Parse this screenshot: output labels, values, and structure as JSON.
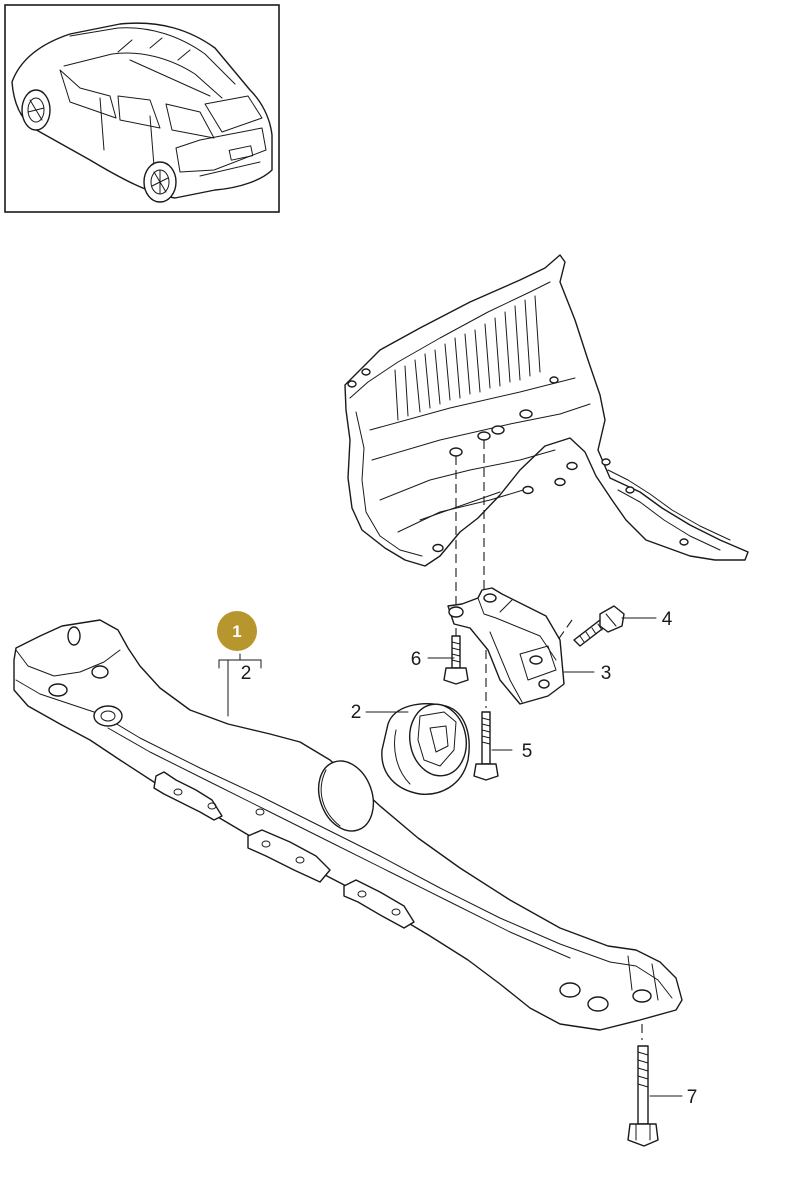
{
  "diagram": {
    "badge": {
      "label": "1",
      "color": "#b8962e"
    },
    "callouts": {
      "group_label": "2",
      "mount_left": "2",
      "bracket": "3",
      "bolt_bracket": "4",
      "bolt_lower": "5",
      "bolt_small": "6",
      "bolt_long": "7"
    }
  }
}
